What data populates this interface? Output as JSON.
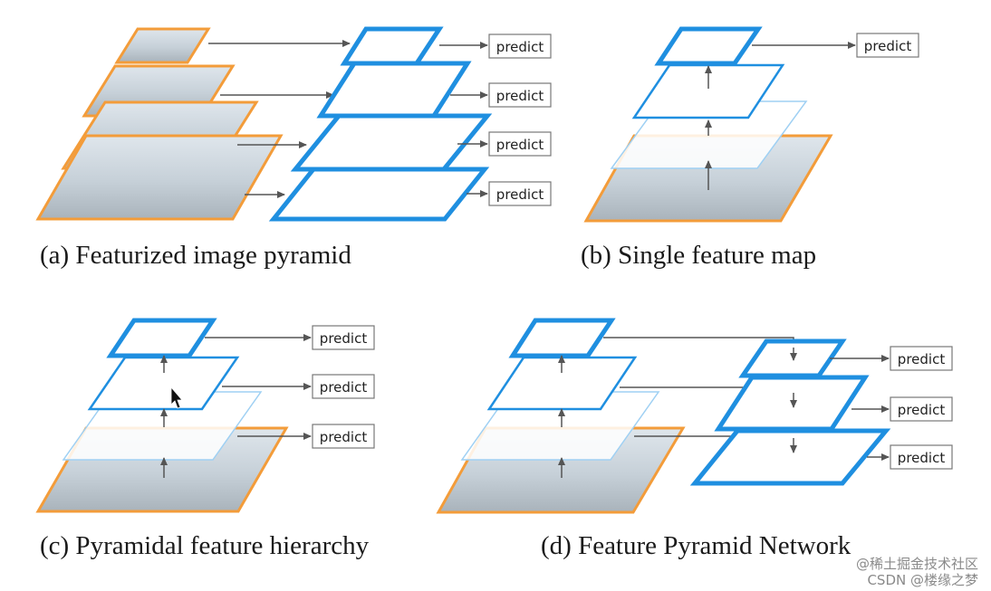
{
  "colors": {
    "feature_blue": "#1f8fe0",
    "feature_blue_light": "#7cc0f0",
    "image_orange": "#f39c3a",
    "arrow": "#555555",
    "photo_tint": "#c9d3dc"
  },
  "panels": {
    "a": {
      "caption": "(a) Featurized image pyramid",
      "predict_labels": [
        "predict",
        "predict",
        "predict",
        "predict"
      ]
    },
    "b": {
      "caption": "(b) Single feature map",
      "predict_labels": [
        "predict"
      ]
    },
    "c": {
      "caption": "(c) Pyramidal feature hierarchy",
      "predict_labels": [
        "predict",
        "predict",
        "predict"
      ]
    },
    "d": {
      "caption": "(d) Feature Pyramid Network",
      "predict_labels": [
        "predict",
        "predict",
        "predict"
      ]
    }
  },
  "watermark": {
    "line1": "@稀土掘金技术社区",
    "line2": "CSDN @楼缘之梦"
  }
}
